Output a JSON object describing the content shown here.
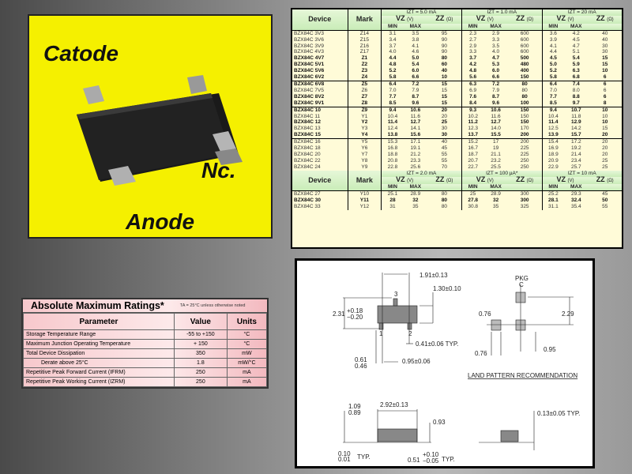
{
  "photo": {
    "catode": "Catode",
    "nc": "Nc.",
    "anode": "Anode"
  },
  "spec": {
    "device_header": "Device",
    "mark_header": "Mark",
    "vz": "VZ",
    "vz_unit": "(V)",
    "zz": "ZZ",
    "zz_unit": "(Ω)",
    "min": "MIN",
    "max": "MAX",
    "groups_top": [
      "IZT = 5.0 mA",
      "IZT = 1.0 mA",
      "IZT = 20 mA"
    ],
    "groups_bottom": [
      "IZT = 2.0 mA",
      "IZT = 100 µA*",
      "IZT = 10 mA"
    ],
    "rows": [
      [
        "BZX84C 3V3",
        "Z14",
        "3.1",
        "3.5",
        "95",
        "2.3",
        "2.9",
        "600",
        "3.6",
        "4.2",
        "40",
        0,
        0
      ],
      [
        "BZX84C 3V6",
        "Z15",
        "3.4",
        "3.8",
        "90",
        "2.7",
        "3.3",
        "600",
        "3.9",
        "4.5",
        "40",
        0,
        0
      ],
      [
        "BZX84C 3V9",
        "Z16",
        "3.7",
        "4.1",
        "90",
        "2.9",
        "3.5",
        "600",
        "4.1",
        "4.7",
        "30",
        0,
        0
      ],
      [
        "BZX84C 4V3",
        "Z17",
        "4.0",
        "4.6",
        "90",
        "3.3",
        "4.0",
        "600",
        "4.4",
        "5.1",
        "30",
        0,
        0
      ],
      [
        "BZX84C 4V7",
        "Z1",
        "4.4",
        "5.0",
        "80",
        "3.7",
        "4.7",
        "500",
        "4.5",
        "5.4",
        "15",
        1,
        0
      ],
      [
        "BZX84C 5V1",
        "Z2",
        "4.8",
        "5.4",
        "60",
        "4.2",
        "5.3",
        "480",
        "5.0",
        "5.9",
        "15",
        1,
        0
      ],
      [
        "BZX84C 5V6",
        "Z3",
        "5.2",
        "6.0",
        "40",
        "4.8",
        "6.0",
        "400",
        "5.2",
        "6.3",
        "10",
        1,
        0
      ],
      [
        "BZX84C 6V2",
        "Z4",
        "5.8",
        "6.6",
        "10",
        "5.6",
        "6.6",
        "150",
        "5.8",
        "6.8",
        "6",
        1,
        0
      ],
      [
        "BZX84C 6V8",
        "Z5",
        "6.4",
        "7.2",
        "15",
        "6.3",
        "7.2",
        "80",
        "6.4",
        "7.4",
        "6",
        1,
        1
      ],
      [
        "BZX84C 7V5",
        "Z6",
        "7.0",
        "7.9",
        "15",
        "6.9",
        "7.9",
        "80",
        "7.0",
        "8.0",
        "6",
        0,
        0
      ],
      [
        "BZX84C 8V2",
        "Z7",
        "7.7",
        "8.7",
        "15",
        "7.6",
        "8.7",
        "80",
        "7.7",
        "8.8",
        "6",
        1,
        0
      ],
      [
        "BZX84C 9V1",
        "Z8",
        "8.5",
        "9.6",
        "15",
        "8.4",
        "9.6",
        "100",
        "8.5",
        "9.7",
        "8",
        1,
        0
      ],
      [
        "BZX84C 10",
        "Z9",
        "9.4",
        "10.6",
        "20",
        "9.3",
        "10.6",
        "150",
        "9.4",
        "10.7",
        "10",
        1,
        1
      ],
      [
        "BZX84C 11",
        "Y1",
        "10.4",
        "11.6",
        "20",
        "10.2",
        "11.6",
        "150",
        "10.4",
        "11.8",
        "10",
        0,
        0
      ],
      [
        "BZX84C 12",
        "Y2",
        "11.4",
        "12.7",
        "25",
        "11.2",
        "12.7",
        "150",
        "11.4",
        "12.9",
        "10",
        1,
        0
      ],
      [
        "BZX84C 13",
        "Y3",
        "12.4",
        "14.1",
        "30",
        "12.3",
        "14.0",
        "170",
        "12.5",
        "14.2",
        "15",
        0,
        0
      ],
      [
        "BZX84C 15",
        "Y4",
        "13.8",
        "15.6",
        "30",
        "13.7",
        "15.5",
        "200",
        "13.9",
        "15.7",
        "20",
        1,
        0
      ],
      [
        "BZX84C 16",
        "Y5",
        "15.3",
        "17.1",
        "40",
        "15.2",
        "17",
        "200",
        "15.4",
        "17.2",
        "20",
        0,
        1
      ],
      [
        "BZX84C 18",
        "Y6",
        "16.8",
        "19.1",
        "45",
        "16.7",
        "19",
        "225",
        "16.9",
        "19.2",
        "20",
        0,
        0
      ],
      [
        "BZX84C 20",
        "Y7",
        "18.8",
        "21.2",
        "55",
        "18.7",
        "21.1",
        "225",
        "18.9",
        "21.4",
        "20",
        0,
        0
      ],
      [
        "BZX84C 22",
        "Y8",
        "20.8",
        "23.3",
        "55",
        "20.7",
        "23.2",
        "250",
        "20.9",
        "23.4",
        "25",
        0,
        0
      ],
      [
        "BZX84C 24",
        "Y9",
        "22.8",
        "25.6",
        "70",
        "22.7",
        "25.5",
        "250",
        "22.9",
        "25.7",
        "25",
        0,
        0
      ]
    ],
    "rows2": [
      [
        "BZX84C 27",
        "Y10",
        "25.1",
        "28.9",
        "80",
        "25",
        "28.9",
        "300",
        "25.2",
        "29.3",
        "45",
        0,
        0
      ],
      [
        "BZX84C 30",
        "Y11",
        "28",
        "32",
        "80",
        "27.8",
        "32",
        "300",
        "28.1",
        "32.4",
        "50",
        1,
        0
      ],
      [
        "BZX84C 33",
        "Y12",
        "31",
        "35",
        "80",
        "30.8",
        "35",
        "325",
        "31.1",
        "35.4",
        "55",
        0,
        0
      ]
    ]
  },
  "ratings": {
    "title": "Absolute Maximum Ratings*",
    "note": "TA = 25°C unless otherwise noted",
    "headers": [
      "Parameter",
      "Value",
      "Units"
    ],
    "rows": [
      {
        "param": "Storage Temperature Range",
        "value": "-55 to +150",
        "unit": "°C"
      },
      {
        "param": "Maximum Junction Operating Temperature",
        "value": "+ 150",
        "unit": "°C"
      },
      {
        "param": "Total Device Dissipation",
        "value": "350",
        "unit": "mW"
      },
      {
        "param": "Derate above 25°C",
        "value": "1.8",
        "unit": "mW/°C"
      },
      {
        "param": "Repetitive Peak Forward Current (IFRM)",
        "value": "250",
        "unit": "mA"
      },
      {
        "param": "Repetitive Peak Working Current (IZRM)",
        "value": "250",
        "unit": "mA"
      }
    ]
  },
  "drawing": {
    "d1": "1.91±0.13",
    "d2": "1.30±0.10",
    "d3a": "2.31",
    "d3b": "+0.18",
    "d3c": "−0.20",
    "pin3": "3",
    "pin1": "1",
    "pin2": "2",
    "d4": "0.41±0.06 TYP.",
    "d5a": "0.61",
    "d5b": "0.46",
    "d6": "0.95±0.06",
    "pkg": "PKG",
    "pkg_c": "C",
    "l1": "0.76",
    "l2": "2.29",
    "l3": "0.76",
    "l4": "0.95",
    "land": "LAND PATTERN RECOMMENDATION",
    "s1a": "1.09",
    "s1b": "0.89",
    "s2": "2.92±0.13",
    "s3": "0.93",
    "s4a": "0.10",
    "s4b": "0.01",
    "s4c": "TYP.",
    "s5": "0.13±0.05 TYP.",
    "s6a": "0.51",
    "s6b": "+0.10",
    "s6c": "−0.05",
    "s6d": "TYP."
  }
}
